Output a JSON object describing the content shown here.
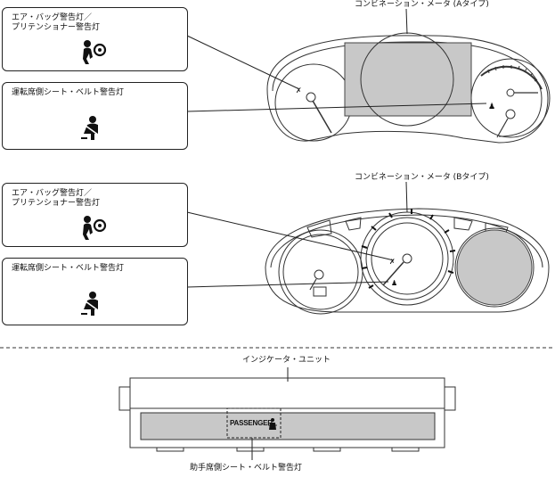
{
  "meterA": {
    "title": "コンビネーション・メータ (Aタイプ)"
  },
  "meterB": {
    "title": "コンビネーション・メータ (Bタイプ)"
  },
  "indicator": {
    "title": "インジケータ・ユニット",
    "passenger_text": "PASSENGER",
    "bottom_label": "助手席側シート・ベルト警告灯"
  },
  "callouts": {
    "airbag_a": "エア・バッグ警告灯／\nプリテンショナー警告灯",
    "seatbelt_a": "運転席側シート・ベルト警告灯",
    "airbag_b": "エア・バッグ警告灯／\nプリテンショナー警告灯",
    "seatbelt_b": "運転席側シート・ベルト警告灯"
  },
  "icons": [
    "airbag-warning-icon",
    "seatbelt-warning-icon"
  ]
}
